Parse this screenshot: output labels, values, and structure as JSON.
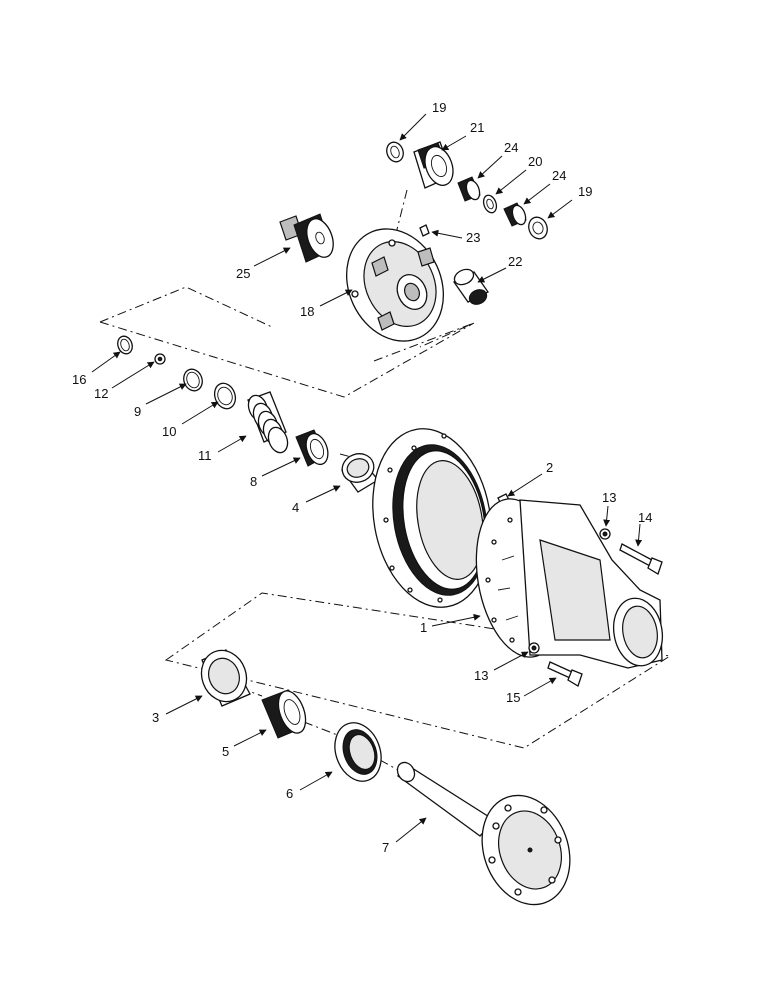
{
  "callouts": [
    {
      "id": "c19a",
      "text": "19"
    },
    {
      "id": "c21",
      "text": "21"
    },
    {
      "id": "c24a",
      "text": "24"
    },
    {
      "id": "c20",
      "text": "20"
    },
    {
      "id": "c24b",
      "text": "24"
    },
    {
      "id": "c19b",
      "text": "19"
    },
    {
      "id": "c23",
      "text": "23"
    },
    {
      "id": "c25",
      "text": "25"
    },
    {
      "id": "c22",
      "text": "22"
    },
    {
      "id": "c18",
      "text": "18"
    },
    {
      "id": "c16",
      "text": "16"
    },
    {
      "id": "c12",
      "text": "12"
    },
    {
      "id": "c9",
      "text": "9"
    },
    {
      "id": "c10",
      "text": "10"
    },
    {
      "id": "c11",
      "text": "11"
    },
    {
      "id": "c8",
      "text": "8"
    },
    {
      "id": "c4",
      "text": "4"
    },
    {
      "id": "c2",
      "text": "2"
    },
    {
      "id": "c13a",
      "text": "13"
    },
    {
      "id": "c14",
      "text": "14"
    },
    {
      "id": "c1",
      "text": "1"
    },
    {
      "id": "c13b",
      "text": "13"
    },
    {
      "id": "c15",
      "text": "15"
    },
    {
      "id": "c3",
      "text": "3"
    },
    {
      "id": "c5",
      "text": "5"
    },
    {
      "id": "c6",
      "text": "6"
    },
    {
      "id": "c7",
      "text": "7"
    }
  ]
}
